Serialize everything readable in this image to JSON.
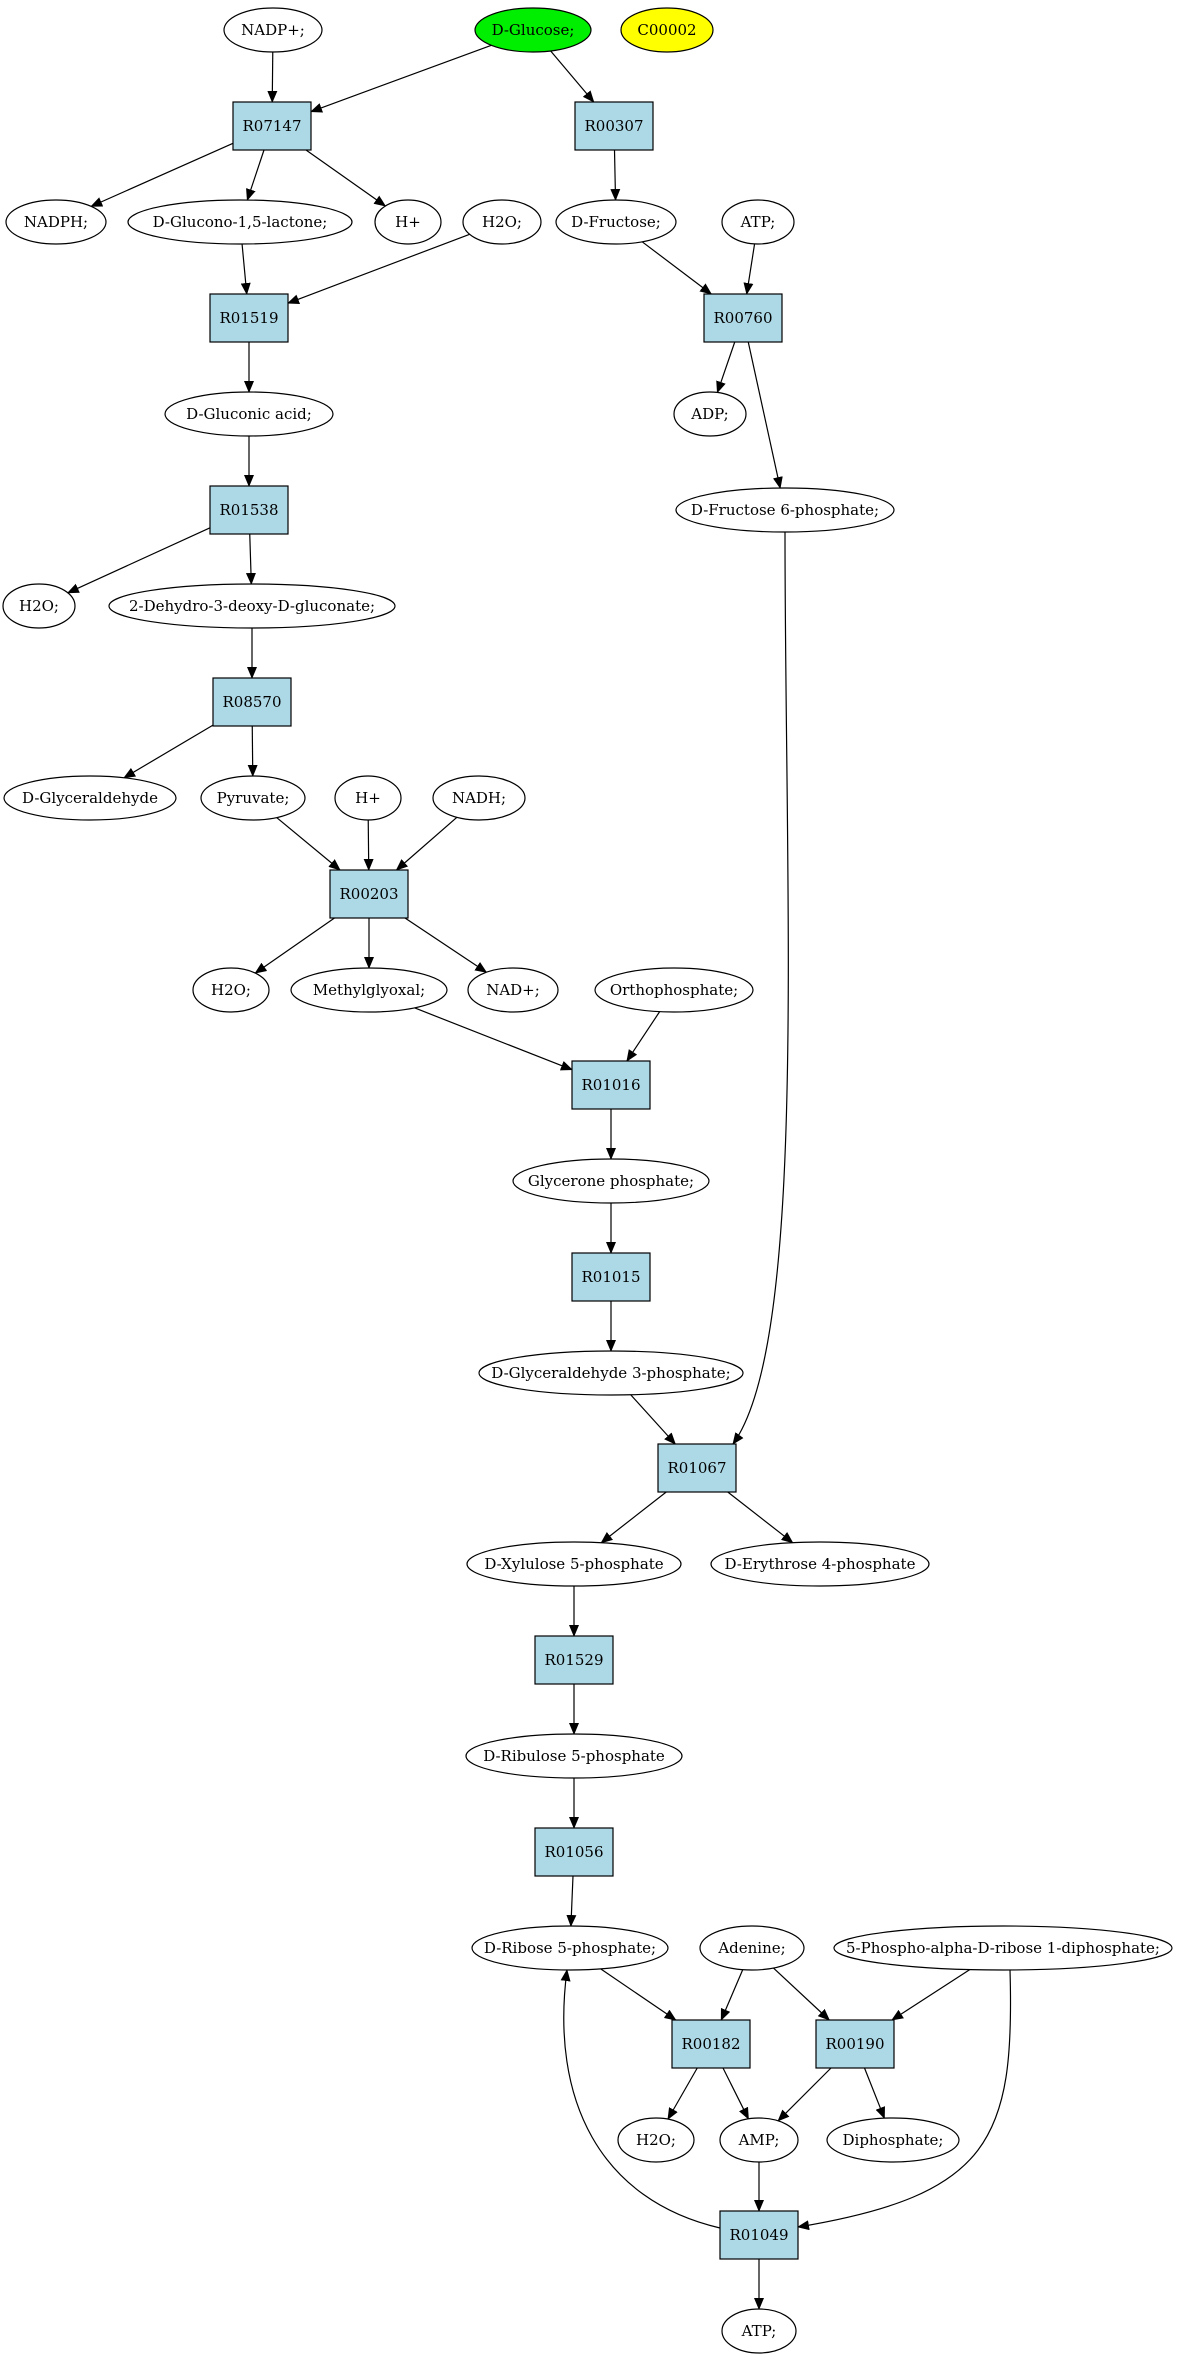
{
  "colors": {
    "reaction_fill": "#add8e6",
    "compound_fill": "#ffffff",
    "start_fill": "#00ee00",
    "highlight_fill": "#ffff00",
    "stroke": "#000000"
  },
  "nodes": [
    {
      "id": "nadp_plus",
      "type": "compound",
      "label": "NADP+;"
    },
    {
      "id": "d_glucose",
      "type": "start",
      "label": "D-Glucose;"
    },
    {
      "id": "c00002",
      "type": "highlight",
      "label": "C00002"
    },
    {
      "id": "r07147",
      "type": "reaction",
      "label": "R07147"
    },
    {
      "id": "r00307",
      "type": "reaction",
      "label": "R00307"
    },
    {
      "id": "nadph",
      "type": "compound",
      "label": "NADPH;"
    },
    {
      "id": "d_glucono_lactone",
      "type": "compound",
      "label": "D-Glucono-1,5-lactone;"
    },
    {
      "id": "h_plus_1",
      "type": "compound",
      "label": "H+"
    },
    {
      "id": "h2o_1",
      "type": "compound",
      "label": "H2O;"
    },
    {
      "id": "d_fructose",
      "type": "compound",
      "label": "D-Fructose;"
    },
    {
      "id": "atp_1",
      "type": "compound",
      "label": "ATP;"
    },
    {
      "id": "r01519",
      "type": "reaction",
      "label": "R01519"
    },
    {
      "id": "r00760",
      "type": "reaction",
      "label": "R00760"
    },
    {
      "id": "d_gluconic_acid",
      "type": "compound",
      "label": "D-Gluconic acid;"
    },
    {
      "id": "adp",
      "type": "compound",
      "label": "ADP;"
    },
    {
      "id": "r01538",
      "type": "reaction",
      "label": "R01538"
    },
    {
      "id": "d_fructose_6p",
      "type": "compound",
      "label": "D-Fructose 6-phosphate;"
    },
    {
      "id": "h2o_2",
      "type": "compound",
      "label": "H2O;"
    },
    {
      "id": "dehydro_deoxy_gluconate",
      "type": "compound",
      "label": "2-Dehydro-3-deoxy-D-gluconate;"
    },
    {
      "id": "r08570",
      "type": "reaction",
      "label": "R08570"
    },
    {
      "id": "d_glyceraldehyde",
      "type": "compound",
      "label": "D-Glyceraldehyde"
    },
    {
      "id": "pyruvate",
      "type": "compound",
      "label": "Pyruvate;"
    },
    {
      "id": "h_plus_2",
      "type": "compound",
      "label": "H+"
    },
    {
      "id": "nadh",
      "type": "compound",
      "label": "NADH;"
    },
    {
      "id": "r00203",
      "type": "reaction",
      "label": "R00203"
    },
    {
      "id": "h2o_3",
      "type": "compound",
      "label": "H2O;"
    },
    {
      "id": "methylglyoxal",
      "type": "compound",
      "label": "Methylglyoxal;"
    },
    {
      "id": "nad_plus",
      "type": "compound",
      "label": "NAD+;"
    },
    {
      "id": "orthophosphate",
      "type": "compound",
      "label": "Orthophosphate;"
    },
    {
      "id": "r01016",
      "type": "reaction",
      "label": "R01016"
    },
    {
      "id": "glycerone_phosphate",
      "type": "compound",
      "label": "Glycerone phosphate;"
    },
    {
      "id": "r01015",
      "type": "reaction",
      "label": "R01015"
    },
    {
      "id": "d_glyceraldehyde_3p",
      "type": "compound",
      "label": "D-Glyceraldehyde 3-phosphate;"
    },
    {
      "id": "r01067",
      "type": "reaction",
      "label": "R01067"
    },
    {
      "id": "d_xylulose_5p",
      "type": "compound",
      "label": "D-Xylulose 5-phosphate"
    },
    {
      "id": "d_erythrose_4p",
      "type": "compound",
      "label": "D-Erythrose 4-phosphate"
    },
    {
      "id": "r01529",
      "type": "reaction",
      "label": "R01529"
    },
    {
      "id": "d_ribulose_5p",
      "type": "compound",
      "label": "D-Ribulose 5-phosphate"
    },
    {
      "id": "r01056",
      "type": "reaction",
      "label": "R01056"
    },
    {
      "id": "d_ribose_5p",
      "type": "compound",
      "label": "D-Ribose 5-phosphate;"
    },
    {
      "id": "adenine",
      "type": "compound",
      "label": "Adenine;"
    },
    {
      "id": "prpp",
      "type": "compound",
      "label": "5-Phospho-alpha-D-ribose 1-diphosphate;"
    },
    {
      "id": "r00182",
      "type": "reaction",
      "label": "R00182"
    },
    {
      "id": "r00190",
      "type": "reaction",
      "label": "R00190"
    },
    {
      "id": "h2o_4",
      "type": "compound",
      "label": "H2O;"
    },
    {
      "id": "amp",
      "type": "compound",
      "label": "AMP;"
    },
    {
      "id": "diphosphate",
      "type": "compound",
      "label": "Diphosphate;"
    },
    {
      "id": "r01049",
      "type": "reaction",
      "label": "R01049"
    },
    {
      "id": "atp_2",
      "type": "compound",
      "label": "ATP;"
    }
  ],
  "edges": [
    {
      "from": "nadp_plus",
      "to": "r07147"
    },
    {
      "from": "d_glucose",
      "to": "r07147"
    },
    {
      "from": "d_glucose",
      "to": "r00307"
    },
    {
      "from": "r07147",
      "to": "nadph"
    },
    {
      "from": "r07147",
      "to": "d_glucono_lactone"
    },
    {
      "from": "r07147",
      "to": "h_plus_1"
    },
    {
      "from": "r00307",
      "to": "d_fructose"
    },
    {
      "from": "d_glucono_lactone",
      "to": "r01519"
    },
    {
      "from": "h2o_1",
      "to": "r01519"
    },
    {
      "from": "d_fructose",
      "to": "r00760"
    },
    {
      "from": "atp_1",
      "to": "r00760"
    },
    {
      "from": "r01519",
      "to": "d_gluconic_acid"
    },
    {
      "from": "r00760",
      "to": "adp"
    },
    {
      "from": "r00760",
      "to": "d_fructose_6p"
    },
    {
      "from": "d_gluconic_acid",
      "to": "r01538"
    },
    {
      "from": "r01538",
      "to": "h2o_2"
    },
    {
      "from": "r01538",
      "to": "dehydro_deoxy_gluconate"
    },
    {
      "from": "dehydro_deoxy_gluconate",
      "to": "r08570"
    },
    {
      "from": "r08570",
      "to": "d_glyceraldehyde"
    },
    {
      "from": "r08570",
      "to": "pyruvate"
    },
    {
      "from": "pyruvate",
      "to": "r00203"
    },
    {
      "from": "h_plus_2",
      "to": "r00203"
    },
    {
      "from": "nadh",
      "to": "r00203"
    },
    {
      "from": "r00203",
      "to": "h2o_3"
    },
    {
      "from": "r00203",
      "to": "methylglyoxal"
    },
    {
      "from": "r00203",
      "to": "nad_plus"
    },
    {
      "from": "methylglyoxal",
      "to": "r01016"
    },
    {
      "from": "orthophosphate",
      "to": "r01016"
    },
    {
      "from": "r01016",
      "to": "glycerone_phosphate"
    },
    {
      "from": "glycerone_phosphate",
      "to": "r01015"
    },
    {
      "from": "r01015",
      "to": "d_glyceraldehyde_3p"
    },
    {
      "from": "d_glyceraldehyde_3p",
      "to": "r01067"
    },
    {
      "from": "d_fructose_6p",
      "to": "r01067"
    },
    {
      "from": "r01067",
      "to": "d_xylulose_5p"
    },
    {
      "from": "r01067",
      "to": "d_erythrose_4p"
    },
    {
      "from": "d_xylulose_5p",
      "to": "r01529"
    },
    {
      "from": "r01529",
      "to": "d_ribulose_5p"
    },
    {
      "from": "d_ribulose_5p",
      "to": "r01056"
    },
    {
      "from": "r01056",
      "to": "d_ribose_5p"
    },
    {
      "from": "d_ribose_5p",
      "to": "r00182"
    },
    {
      "from": "adenine",
      "to": "r00182"
    },
    {
      "from": "adenine",
      "to": "r00190"
    },
    {
      "from": "prpp",
      "to": "r00190"
    },
    {
      "from": "prpp",
      "to": "r01049"
    },
    {
      "from": "r00182",
      "to": "h2o_4"
    },
    {
      "from": "r00182",
      "to": "amp"
    },
    {
      "from": "r00190",
      "to": "amp"
    },
    {
      "from": "r00190",
      "to": "diphosphate"
    },
    {
      "from": "amp",
      "to": "r01049"
    },
    {
      "from": "r01049",
      "to": "d_ribose_5p"
    },
    {
      "from": "r01049",
      "to": "atp_2"
    }
  ]
}
